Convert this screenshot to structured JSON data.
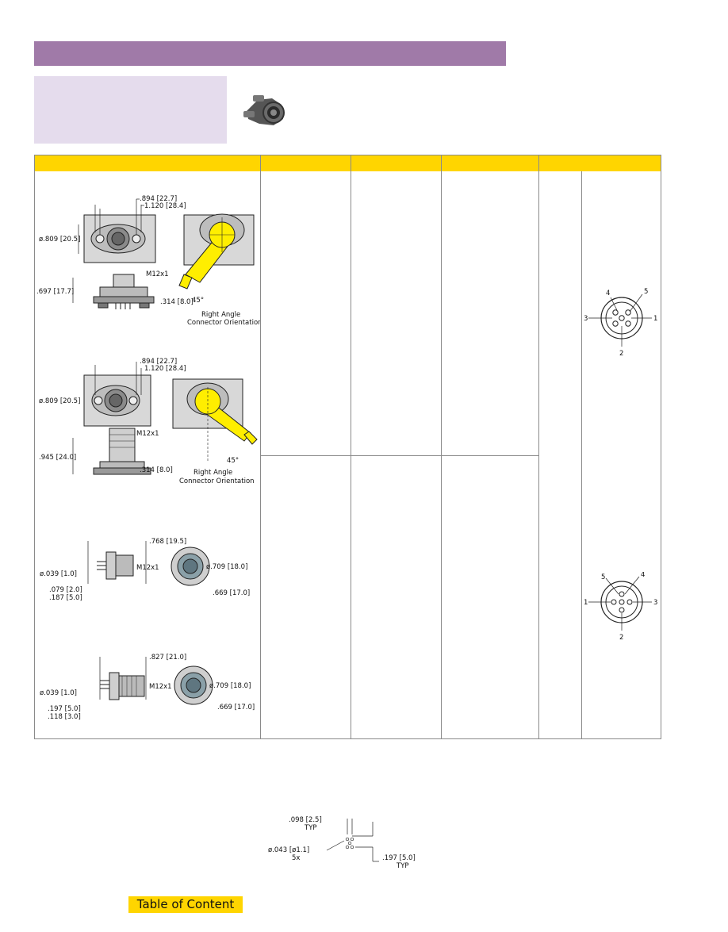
{
  "drawings": {
    "d1": {
      "width": ".894 [22.7]",
      "width2": "1.120 [28.4]",
      "height": "ø.809 [20.5]",
      "thread": "M12x1",
      "total_height": ".697 [17.7]",
      "flange": ".314 [8.0]",
      "angle": "45°",
      "orientation_1": "Right Angle",
      "orientation_2": "Connector Orientation"
    },
    "d2": {
      "width": ".894 [22.7]",
      "width2": "1.120 [28.4]",
      "height": "ø.809 [20.5]",
      "thread": "M12x1",
      "total_height": ".945 [24.0]",
      "flange": ".314 [8.0]",
      "angle": "45°",
      "orientation_1": "Right Angle",
      "orientation_2": "Connector Orientation"
    },
    "d3": {
      "length": ".768 [19.5]",
      "pin_dia": "ø.039 [1.0]",
      "thread": "M12x1",
      "dia": "ø.709 [18.0]",
      "dim_a": ".079 [2.0]",
      "dim_b": ".187 [5.0]",
      "flat": ".669 [17.0]"
    },
    "d4": {
      "length": ".827 [21.0]",
      "pin_dia": "ø.039 [1.0]",
      "thread": "M12x1",
      "dia": "ø.709 [18.0]",
      "dim_a": ".197 [5.0]",
      "dim_b": ".118 [3.0]",
      "flat": ".669 [17.0]"
    }
  },
  "pinouts": {
    "female": {
      "p1": "1",
      "p2": "2",
      "p3": "3",
      "p4": "4",
      "p5": "5"
    },
    "male": {
      "p1": "1",
      "p2": "2",
      "p3": "3",
      "p4": "4",
      "p5": "5"
    }
  },
  "footprint": {
    "spacing": ".098 [2.5]",
    "spacing_note": "TYP",
    "hole": "ø.043 [ø1.1]",
    "hole_count": "5x",
    "pitch": ".197 [5.0]",
    "pitch_note": "TYP"
  },
  "nav": {
    "toc_label": "Table of Content"
  },
  "colors": {
    "accent": "#ffd500",
    "banner": "#a07aa8",
    "title_bg": "#e5dced",
    "connector": "#ffee00"
  }
}
